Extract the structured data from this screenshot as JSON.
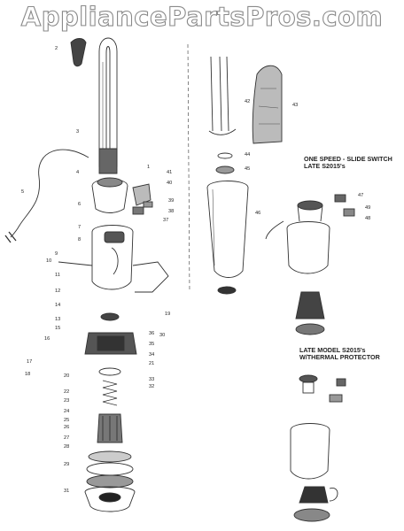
{
  "watermark": "AppliancePartsPros.com",
  "captions": {
    "one_speed": [
      "ONE SPEED - SLIDE SWITCH",
      "LATE S2015's"
    ],
    "late_model": [
      "LATE MODEL S2015's",
      "W/THERMAL PROTECTOR"
    ]
  },
  "callouts": [
    "1",
    "2",
    "3",
    "4",
    "5",
    "6",
    "7",
    "8",
    "9",
    "10",
    "11",
    "12",
    "13",
    "14",
    "15",
    "16",
    "17",
    "18",
    "19",
    "20",
    "21",
    "22",
    "23",
    "24",
    "25",
    "26",
    "27",
    "28",
    "29",
    "30",
    "31",
    "32",
    "33",
    "34",
    "35",
    "36",
    "37",
    "38",
    "39",
    "40",
    "41",
    "42",
    "43",
    "44",
    "45",
    "46",
    "47",
    "48",
    "49"
  ]
}
